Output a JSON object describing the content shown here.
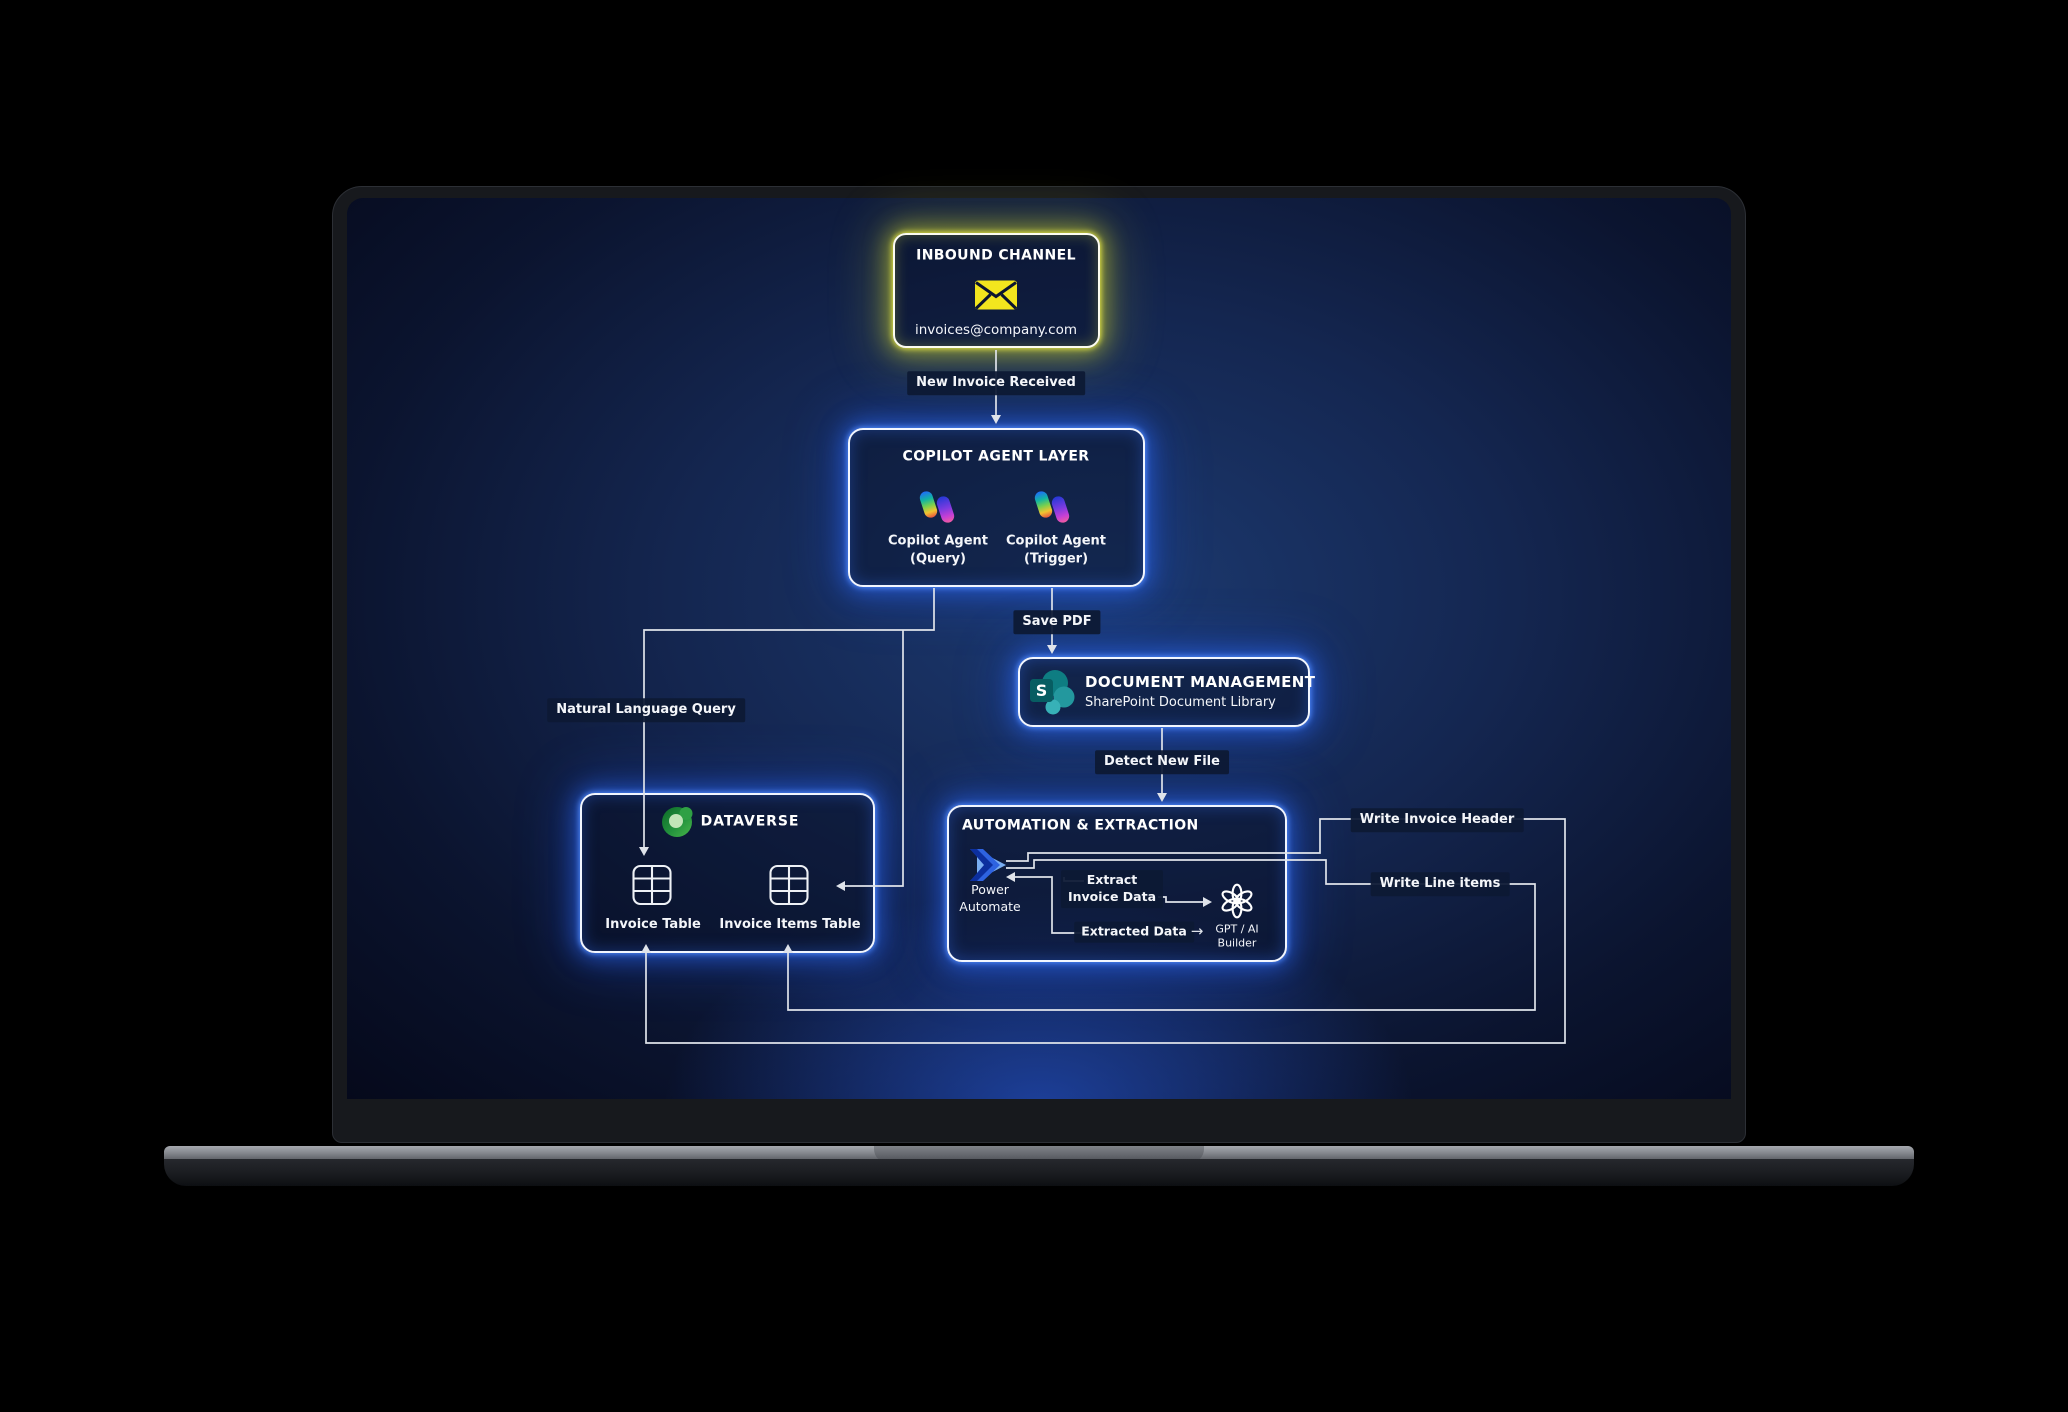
{
  "device": {
    "type": "laptop-mockup",
    "screen_background": "dark navy radial glow",
    "colors": {
      "glow_blue": "#2f76ff",
      "glow_yellow": "#e2e228",
      "wire": "#dfe3ea",
      "label_bg": "#0d1a34",
      "screen_center": "#1c3a71",
      "screen_edge": "#05091b"
    }
  },
  "nodes": {
    "inbound": {
      "title": "INBOUND CHANNEL",
      "icon": "envelope-icon",
      "email": "invoices@company.com"
    },
    "copilot": {
      "title": "COPILOT AGENT LAYER",
      "icon": "copilot-icon",
      "agents": [
        {
          "name": "Copilot Agent",
          "role": "(Query)"
        },
        {
          "name": "Copilot Agent",
          "role": "(Trigger)"
        }
      ]
    },
    "document": {
      "title": "DOCUMENT MANAGEMENT",
      "subtitle": "SharePoint Document Library",
      "icon": "sharepoint-icon"
    },
    "automation": {
      "title": "AUTOMATION & EXTRACTION",
      "power_automate": {
        "line1": "Power",
        "line2": "Automate",
        "icon": "power-automate-icon"
      },
      "gpt": {
        "line1": "GPT / AI",
        "line2": "Builder",
        "icon": "openai-icon"
      },
      "labels": {
        "extract_line1": "Extract",
        "extract_line2": "Invoice Data",
        "extracted": "Extracted Data",
        "extracted_arrow": "→"
      }
    },
    "dataverse": {
      "title": "DATAVERSE",
      "icon": "dataverse-icon",
      "tables": [
        {
          "label": "Invoice Table",
          "icon": "table-icon"
        },
        {
          "label": "Invoice Items Table",
          "icon": "table-icon"
        }
      ]
    }
  },
  "edges": {
    "new_invoice": "New Invoice Received",
    "save_pdf": "Save PDF",
    "detect_new_file": "Detect New File",
    "natural_language_query": "Natural Language Query",
    "write_invoice_header": "Write Invoice Header",
    "write_line_items": "Write Line items"
  }
}
